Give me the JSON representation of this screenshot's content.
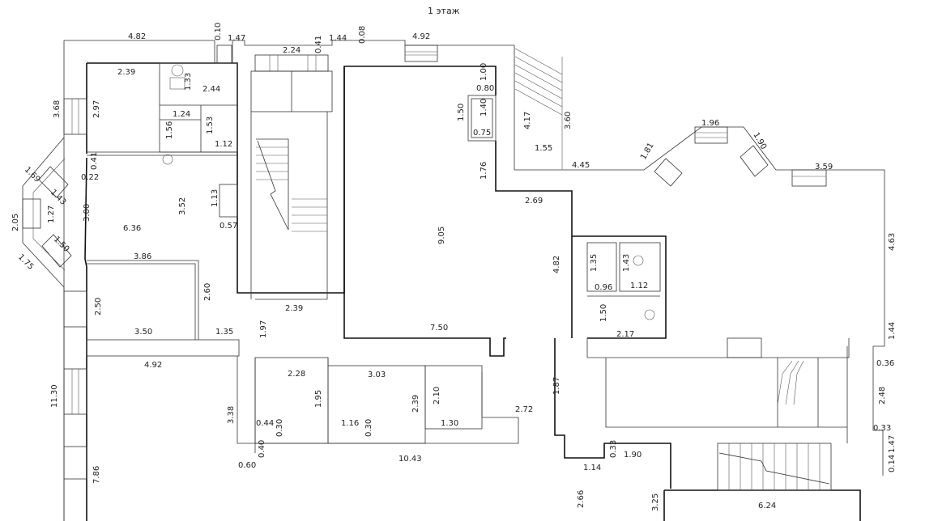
{
  "title": "1 этаж",
  "dimensions": [
    "4.82",
    "0.10",
    "1.47",
    "2.24",
    "0.41",
    "1.44",
    "0.08",
    "4.92",
    "2.39",
    "2.44",
    "1.33",
    "2.97",
    "3.68",
    "1.24",
    "1.56",
    "1.53",
    "1.12",
    "0.41",
    "0.22",
    "1.69",
    "1.43",
    "2.05",
    "1.27",
    "3.00",
    "3.52",
    "1.13",
    "0.57",
    "6.36",
    "1.50",
    "1.75",
    "3.86",
    "2.60",
    "2.50",
    "3.50",
    "1.35",
    "4.92",
    "1.00",
    "0.80",
    "1.40",
    "1.50",
    "0.75",
    "4.17",
    "3.60",
    "1.55",
    "1.76",
    "4.45",
    "1.81",
    "1.96",
    "1.90",
    "3.59",
    "9.05",
    "2.69",
    "4.63",
    "4.82",
    "1.35",
    "1.43",
    "0.96",
    "1.12",
    "1.50",
    "2.17",
    "7.50",
    "2.39",
    "1.97",
    "1.44",
    "0.36",
    "2.28",
    "3.03",
    "2.10",
    "1.95",
    "2.39",
    "1.87",
    "2.48",
    "3.38",
    "0.44",
    "0.30",
    "1.16",
    "0.30",
    "1.30",
    "2.72",
    "0.33",
    "11.30",
    "0.60",
    "0.40",
    "10.43",
    "1.14",
    "0.33",
    "1.90",
    "1.47",
    "0.14",
    "7.86",
    "2.66",
    "3.25",
    "6.24"
  ]
}
